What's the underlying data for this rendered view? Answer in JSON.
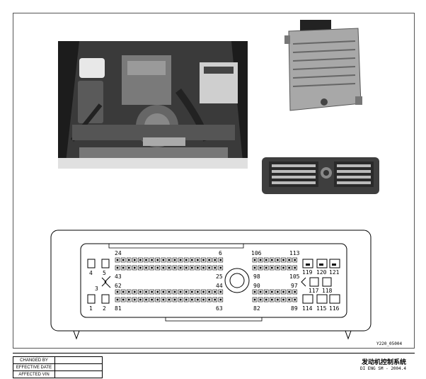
{
  "photos": {
    "engine_bay": "engine-bay-photo",
    "ecu_module": "ecu-module-photo",
    "ecu_connector": "ecu-connector-photo"
  },
  "connector": {
    "left_top_start": "24",
    "left_top_end": "6",
    "left_mid_start": "43",
    "left_mid_end": "25",
    "left_mid2_start": "62",
    "left_mid2_end": "44",
    "left_bottom_start": "81",
    "left_bottom_end": "63",
    "right_top_start": "106",
    "right_top_end": "113",
    "right_mid_start": "98",
    "right_mid_end": "105",
    "right_mid2_start": "90",
    "right_mid2_end": "97",
    "right_bottom_start": "82",
    "right_bottom_end": "89",
    "pin_4": "4",
    "pin_5": "5",
    "pin_3": "3",
    "pin_1": "1",
    "pin_2": "2",
    "pin_119": "119",
    "pin_120": "120",
    "pin_121": "121",
    "pin_117": "117",
    "pin_118": "118",
    "pin_114": "114",
    "pin_115": "115",
    "pin_116": "116"
  },
  "ref_code": "Y220_05004",
  "title_block": {
    "changed_by": "CHANGED BY",
    "effective_date": "EFFECTIVE DATE",
    "affected_vin": "AFFECTED VIN"
  },
  "doc": {
    "title": "发动机控制系统",
    "subtitle": "DI ENG SM - 2004.4"
  }
}
